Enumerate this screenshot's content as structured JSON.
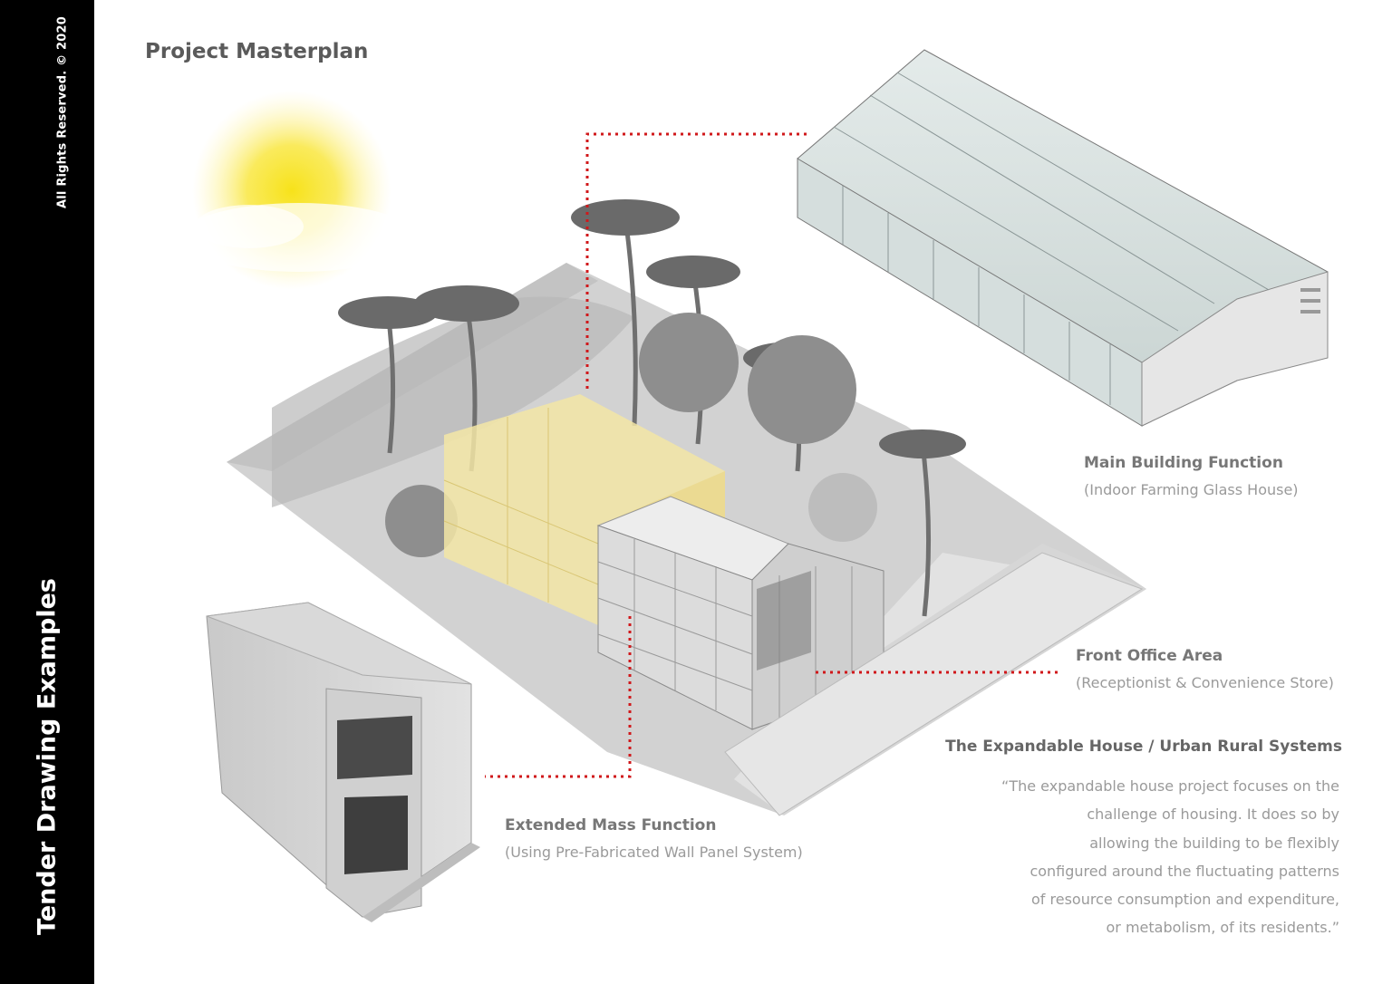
{
  "sidebar": {
    "copyright": "All Rights Reserved. © 2020",
    "title": "Tender Drawing Examples"
  },
  "page_title": "Project Masterplan",
  "labels": {
    "main_building": {
      "title": "Main Building Function",
      "subtitle": "(Indoor Farming Glass House)"
    },
    "front_office": {
      "title": "Front Office Area",
      "subtitle": "(Receptionist & Convenience Store)"
    },
    "extended_mass": {
      "title": "Extended Mass Function",
      "subtitle": "(Using Pre-Fabricated Wall Panel System)"
    }
  },
  "project": {
    "title": "The Expandable House / Urban Rural Systems",
    "quote_lines": [
      "“The expandable house project focuses on the",
      "challenge of housing. It does so by",
      "allowing the building to be flexibly",
      "configured around the fluctuating patterns",
      "of resource consumption and expenditure,",
      "or metabolism, of its residents.”"
    ]
  },
  "colors": {
    "leader_line": "#d0181b",
    "sidebar": "#000000",
    "extension_volume": "#f3e6a6"
  }
}
